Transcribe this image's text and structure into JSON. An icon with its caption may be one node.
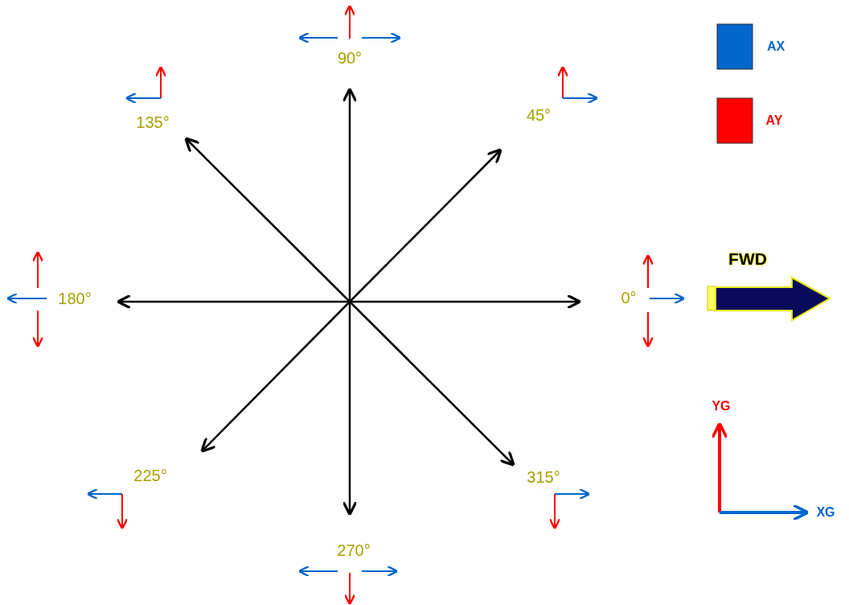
{
  "diagram": {
    "labels": [
      "90°",
      "45°",
      "135°",
      "180°",
      "0°",
      "225°",
      "315°",
      "270°",
      "FWD",
      "YG",
      "XG"
    ],
    "legend": [
      {
        "text": "AX",
        "color": "#0066cc"
      },
      {
        "text": "AY",
        "color": "#ff0000"
      }
    ]
  }
}
